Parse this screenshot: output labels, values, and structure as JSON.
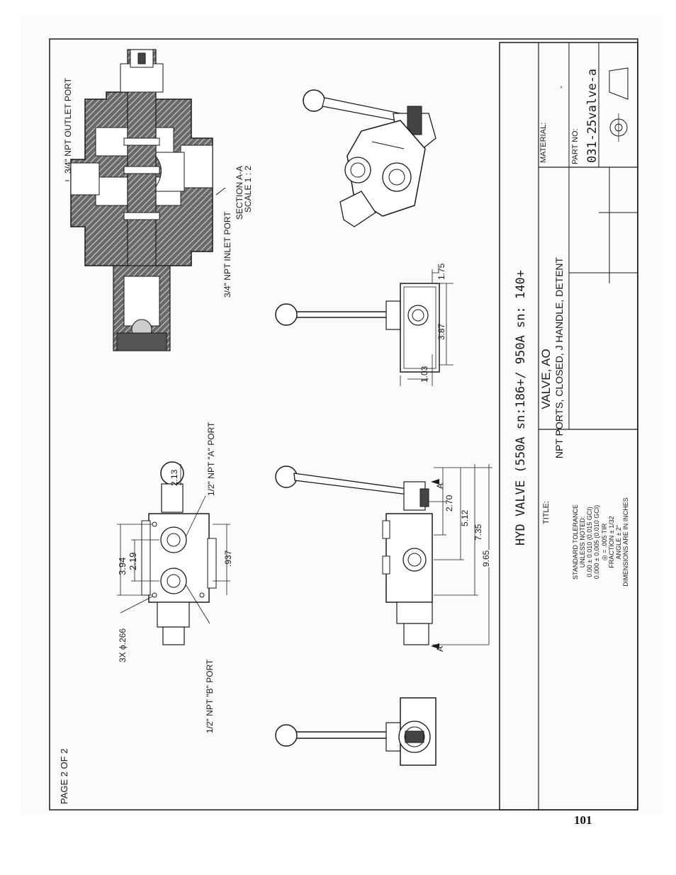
{
  "page_label": "PAGE 2 OF 2",
  "page_number": "101",
  "title_block": {
    "hand_title": "HYD VALVE (550A sn:186+/ 950A sn: 140+",
    "title_label": "TITLE:",
    "title_line1": "VALVE, AO",
    "title_line2": "NPT PORTS, CLOSED, J HANDLE, DETENT",
    "material_label": "MATERIAL:",
    "material_value": "-",
    "part_no_label": "PART NO:",
    "part_no_value": "031-25valve-a",
    "tolerance": [
      "STANDARD TOLERANCE",
      "UNLESS NOTED:",
      "0.00 ± 0.010 (0.015 GCI)",
      "0.000 ± 0.005 (0.010 GCI)",
      "◎ = .005 TIR",
      "FRACTION ± 1/32",
      "ANGLE ± 2°",
      "DIMENSIONS ARE IN INCHES"
    ]
  },
  "section": {
    "outlet_port": "3/4\" NPT OUTLET PORT",
    "inlet_port": "3/4\" NPT INLET PORT",
    "section_label": "SECTION A-A",
    "scale": "SCALE 1 : 2"
  },
  "top_view": {
    "dim_394": "3.94",
    "dim_219": "2.19",
    "dim_213": "2.13",
    "dim_937": ".937",
    "port_a": "1/2\" NPT \"A\" PORT",
    "port_b": "1/2\" NPT \"B\" PORT",
    "holes": "3X ϕ.266"
  },
  "front_view": {
    "dim_270": "2.70",
    "dim_512": "5.12",
    "dim_735": "7.35",
    "dim_965": "9.65",
    "cut_label": "A"
  },
  "end_view": {
    "dim_103": "1.03",
    "dim_387": "3.87",
    "dim_175": "1.75"
  }
}
